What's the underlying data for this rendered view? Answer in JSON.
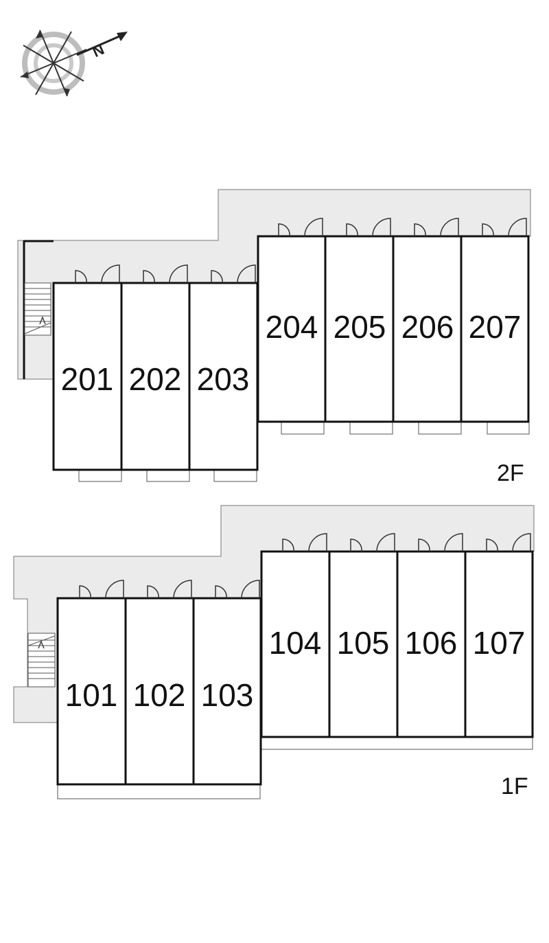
{
  "compass": {
    "north_label": "N",
    "icon": "compass-rose-icon"
  },
  "floors": [
    {
      "label": "2F",
      "units": [
        "201",
        "202",
        "203",
        "204",
        "205",
        "206",
        "207"
      ]
    },
    {
      "label": "1F",
      "units": [
        "101",
        "102",
        "103",
        "104",
        "105",
        "106",
        "107"
      ]
    }
  ],
  "colors": {
    "corridor": "#ebebeb",
    "wall": "#111111",
    "line": "#555555"
  }
}
